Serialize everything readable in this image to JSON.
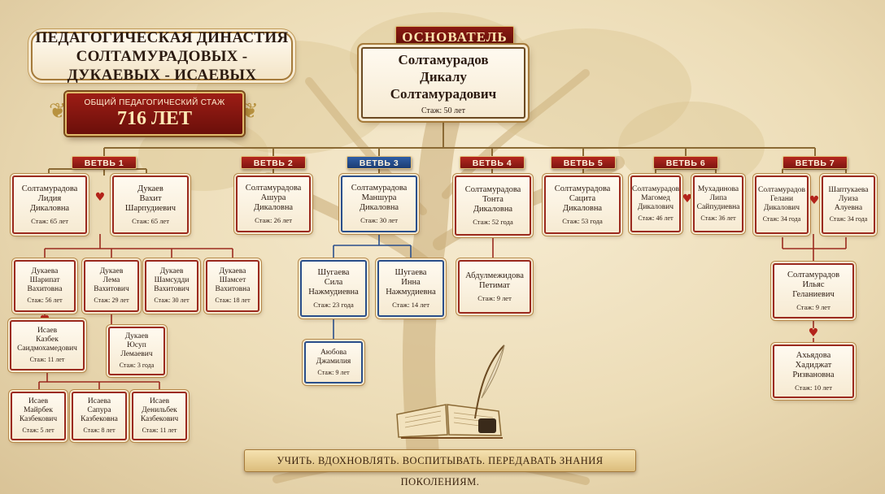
{
  "title": {
    "line1": "ПЕДАГОГИЧЕСКАЯ ДИНАСТИЯ",
    "line2": "СОЛТАМУРАДОВЫХ - ДУКАЕВЫХ - ИСАЕВЫХ"
  },
  "stazh": {
    "label": "ОБЩИЙ ПЕДАГОГИЧЕСКИЙ СТАЖ",
    "value": "716 ЛЕТ"
  },
  "founder": {
    "ribbon": "ОСНОВАТЕЛЬ",
    "line1": "Солтамурадов",
    "line2": "Дикалу Солтамурадович",
    "stazh": "Стаж: 50 лет"
  },
  "branches": [
    "ВЕТВЬ 1",
    "ВЕТВЬ 2",
    "ВЕТВЬ 3",
    "ВЕТВЬ 4",
    "ВЕТВЬ 5",
    "ВЕТВЬ 6",
    "ВЕТВЬ 7"
  ],
  "people": {
    "lidiya": {
      "n1": "Солтамурадова",
      "n2": "Лидия",
      "n3": "Дикаловна",
      "st": "Стаж: 65 лет"
    },
    "vakhit": {
      "n1": "Дукаев",
      "n2": "Вахит",
      "n3": "Шарпудиевич",
      "st": "Стаж: 65 лет"
    },
    "sharipat": {
      "n1": "Дукаева",
      "n2": "Шарипат",
      "n3": "Вахитовна",
      "st": "Стаж: 56 лет"
    },
    "lema": {
      "n1": "Дукаев",
      "n2": "Лема",
      "n3": "Вахитович",
      "st": "Стаж: 29 лет"
    },
    "shamsuddi": {
      "n1": "Дукаев",
      "n2": "Шамсудди",
      "n3": "Вахитович",
      "st": "Стаж: 30 лет"
    },
    "shamset": {
      "n1": "Дукаева",
      "n2": "Шамсет",
      "n3": "Вахитовна",
      "st": "Стаж: 18 лет"
    },
    "kazbek": {
      "n1": "Исаев",
      "n2": "Казбек",
      "n3": "Саидмохамедович",
      "st": "Стаж: 11 лет"
    },
    "yusup": {
      "n1": "Дукаев",
      "n2": "Юсуп",
      "n3": "Лемаевич",
      "st": "Стаж: 3 года"
    },
    "mayrbek": {
      "n1": "Исаев",
      "n2": "Майрбек",
      "n3": "Казбекович",
      "st": "Стаж: 5 лет"
    },
    "sapura": {
      "n1": "Исаева",
      "n2": "Сапура",
      "n3": "Казбековна",
      "st": "Стаж: 8 лет"
    },
    "denilbek": {
      "n1": "Исаев",
      "n2": "Денильбек",
      "n3": "Казбекович",
      "st": "Стаж: 11 лет"
    },
    "ashura": {
      "n1": "Солтамурадова",
      "n2": "Ашура",
      "n3": "Дикаловна",
      "st": "Стаж: 26 лет"
    },
    "manshura": {
      "n1": "Солтамурадова",
      "n2": "Маншура",
      "n3": "Дикаловна",
      "st": "Стаж: 30 лет"
    },
    "sila": {
      "n1": "Шугаева",
      "n2": "Сила",
      "n3": "Нажмудиевна",
      "st": "Стаж: 23 года"
    },
    "inna": {
      "n1": "Шугаева",
      "n2": "Инна",
      "n3": "Нажмудиевна",
      "st": "Стаж: 14 лет"
    },
    "ayubova": {
      "n1": "Аюбова",
      "n2": "Джамилия",
      "n3": "",
      "st": "Стаж: 9 лет"
    },
    "tonta": {
      "n1": "Солтамурадова",
      "n2": "Тонта",
      "n3": "Дикаловна",
      "st": "Стаж: 52 года"
    },
    "petimat": {
      "n1": "Абдулмежидова",
      "n2": "Петимат",
      "n3": "",
      "st": "Стаж: 9 лет"
    },
    "satsita": {
      "n1": "Солтамурадова",
      "n2": "Сацита",
      "n3": "Дикаловна",
      "st": "Стаж: 53 года"
    },
    "magomed": {
      "n1": "Солтамурадов",
      "n2": "Магомед",
      "n3": "Дикалович",
      "st": "Стаж: 46 лет"
    },
    "lipa": {
      "n1": "Мухадинова",
      "n2": "Липа",
      "n3": "Сайпудиевна",
      "st": "Стаж: 36 лет"
    },
    "gelani": {
      "n1": "Солтамурадов",
      "n2": "Гелани",
      "n3": "Дикалович",
      "st": "Стаж: 34 года"
    },
    "luiza": {
      "n1": "Шаптукаева",
      "n2": "Луиза",
      "n3": "Алуевна",
      "st": "Стаж: 34 года"
    },
    "ilyas": {
      "n1": "Солтамурадов",
      "n2": "Ильяс",
      "n3": "Геланиевич",
      "st": "Стаж: 9 лет"
    },
    "khadizhat": {
      "n1": "Ахьядова",
      "n2": "Хадиджат",
      "n3": "Ризвановна",
      "st": "Стаж: 10 лет"
    }
  },
  "motto": "УЧИТЬ. ВДОХНОВЛЯТЬ. ВОСПИТЫВАТЬ. ПЕРЕДАВАТЬ ЗНАНИЯ ПОКОЛЕНИЯМ.",
  "colors": {
    "red": "#9b2a1f",
    "blue": "#2a4f8c",
    "gold": "#a57a3a",
    "parchment": "#f6ead2"
  }
}
